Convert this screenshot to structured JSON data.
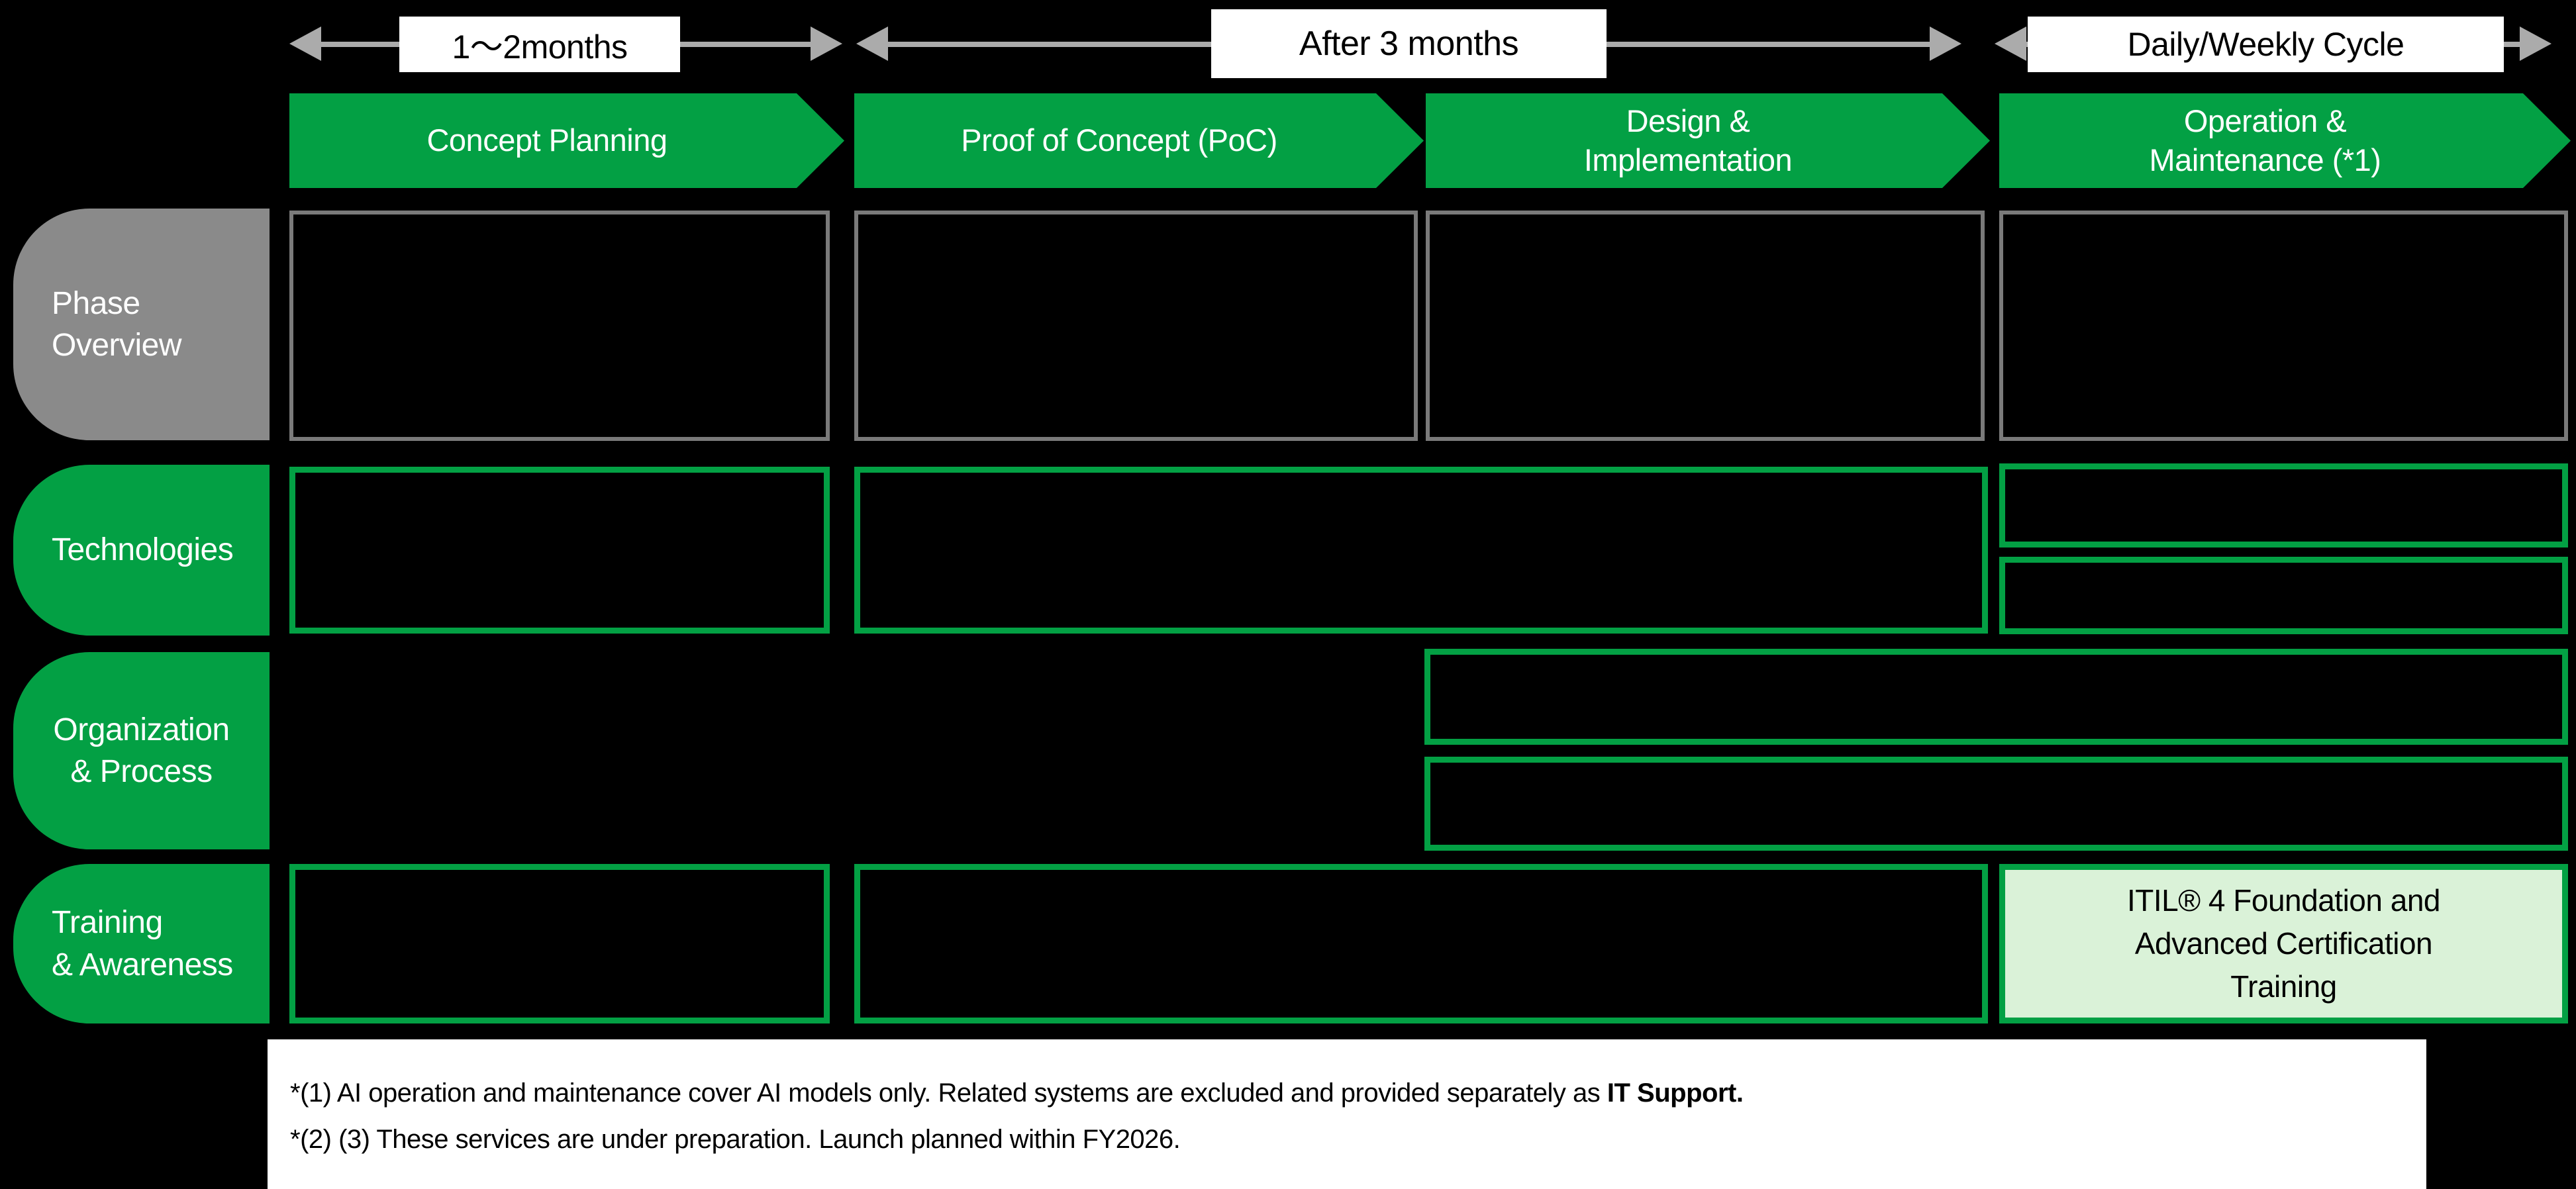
{
  "timeline": {
    "segments": [
      {
        "label": "1～2months"
      },
      {
        "label": "After 3 months"
      },
      {
        "label": "Daily/Weekly Cycle"
      }
    ]
  },
  "phases": [
    {
      "label": "Concept Planning"
    },
    {
      "label": "Proof of Concept (PoC)"
    },
    {
      "label": "Design &\nImplementation"
    },
    {
      "label": "Operation &\nMaintenance (*1)"
    }
  ],
  "rows": [
    {
      "label": "Phase\nOverview"
    },
    {
      "label": "Technologies"
    },
    {
      "label": "Organization\n& Process"
    },
    {
      "label": "Training\n& Awareness"
    }
  ],
  "cells": {
    "itil_training": "ITIL® 4 Foundation and\nAdvanced Certification\nTraining"
  },
  "footnotes": {
    "line1_normal": "*(1) AI operation and maintenance cover AI models only. Related systems are excluded and provided separately as ",
    "line1_bold": "IT Support.",
    "line2": "*(2) (3) These services are under preparation. Launch planned within FY2026."
  },
  "colors": {
    "green": "#03A044",
    "light_green": "#DAF2D8",
    "gray_label": "#8A8A8A",
    "gray_border": "#7A7A7A",
    "arrow_gray": "#ABABAB",
    "background": "#000000",
    "label_background": "#FFFFFF"
  }
}
